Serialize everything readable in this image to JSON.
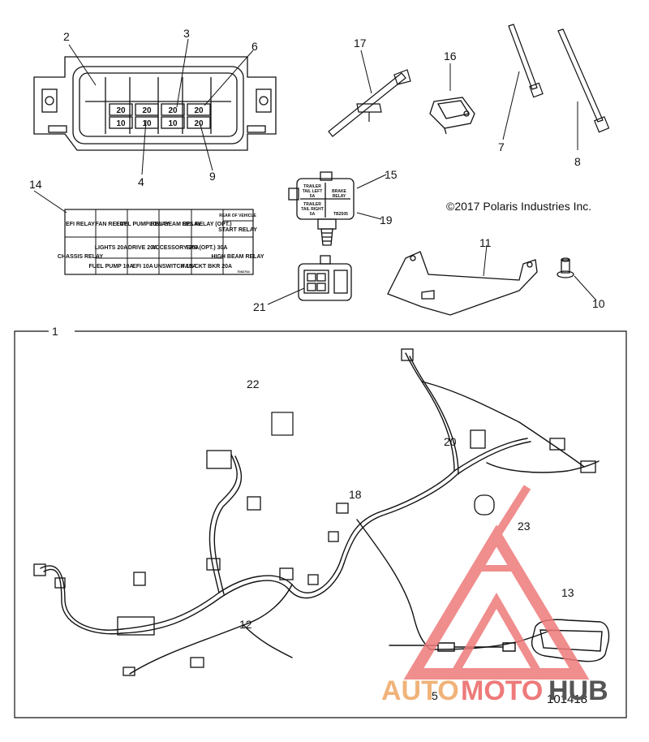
{
  "copyright": "©2017 Polaris Industries Inc.",
  "figure_number": "101418",
  "watermark": {
    "part1": "AUTO",
    "part2": "MOTO",
    "part3": "HUB",
    "color_primary": "#ee7a7a",
    "color_secondary": "#f0b37a",
    "color_text": "#555555"
  },
  "callouts": {
    "c1": "1",
    "c2": "2",
    "c3": "3",
    "c4": "4",
    "c5": "5",
    "c6": "6",
    "c7": "7",
    "c8": "8",
    "c9": "9",
    "c10": "10",
    "c11": "11",
    "c12": "12",
    "c13": "13",
    "c14": "14",
    "c15": "15",
    "c16": "16",
    "c17": "17",
    "c18": "18",
    "c19": "19",
    "c20": "20",
    "c21": "21",
    "c22": "22",
    "c23": "23"
  },
  "fuse_box_numbers": {
    "top_left": "20",
    "top_mid": "20",
    "top_right": "20",
    "top_far": "20",
    "bot_left": "10",
    "bot_mid": "10",
    "bot_right": "10",
    "bot_far": "20"
  },
  "relay_label": {
    "line1": "TRAILER",
    "line2": "TAIL LEFT",
    "line3": "5A",
    "line4": "BRAKE",
    "line5": "RELAY",
    "line6": "TRAILER",
    "line7": "TAIL RIGHT",
    "line8": "5A",
    "code": "TB2505"
  },
  "fuse_chart": {
    "row1": [
      "EFI RELAY",
      "FAN RELAY",
      "FUEL PUMP RELAY",
      "LOW BEAM RELAY",
      "EPS RELAY (OPT.)",
      "REAR OF VEHICLE"
    ],
    "start_relay": "START RELAY",
    "chassis_relay": "CHASSIS RELAY",
    "row2": [
      "LIGHTS 20A",
      "DRIVE 20A",
      "ACCESSORY 20A",
      "EPS (OPT.) 30A"
    ],
    "row3": [
      "FUEL PUMP 10A",
      "EFI 10A",
      "UNSWITCH 10A",
      "FAN CKT BKR 20A"
    ],
    "high_beam_relay": "HIGH BEAM RELAY",
    "code": "7082764"
  }
}
